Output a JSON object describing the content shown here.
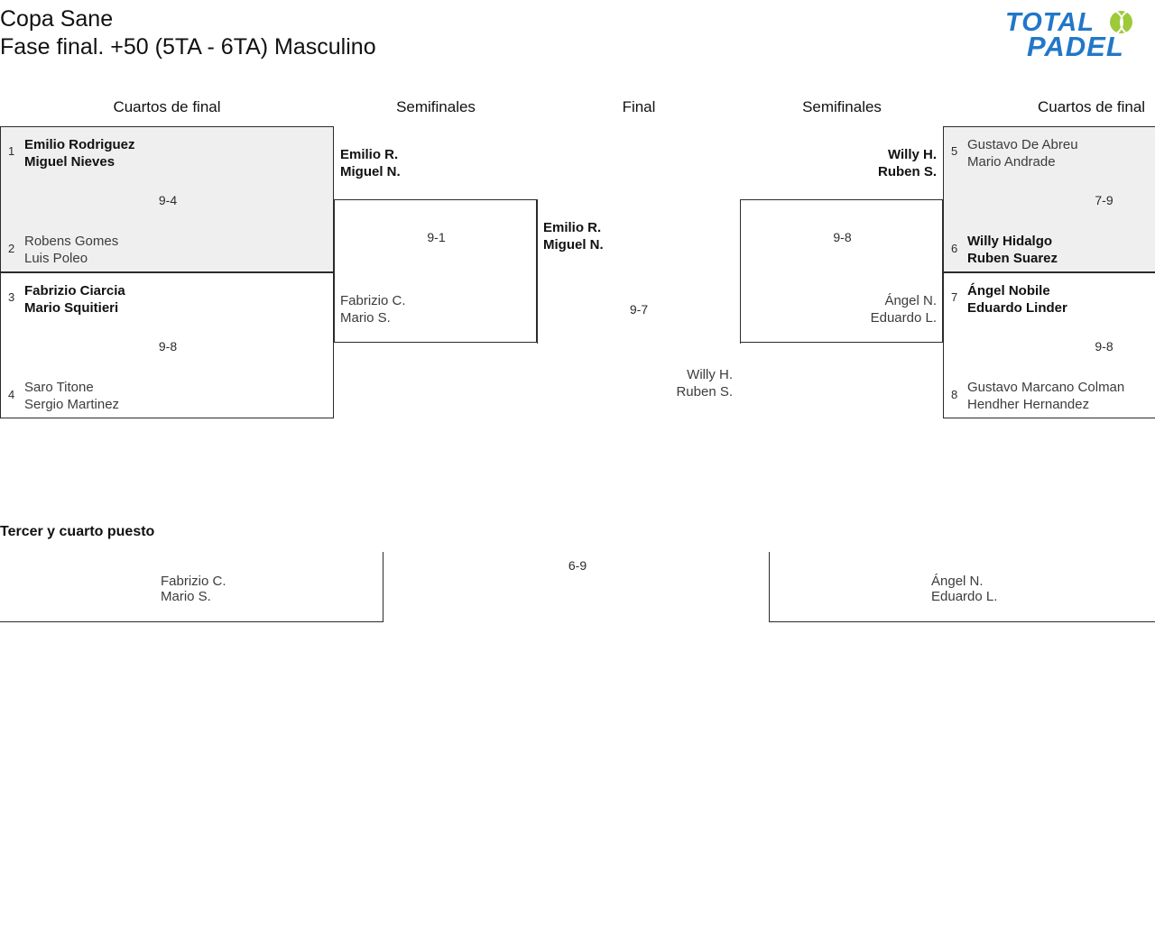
{
  "header": {
    "tournament": "Copa Sane",
    "phase": "Fase final. +50 (5TA - 6TA) Masculino",
    "logo": {
      "word1": "TOTAL",
      "word2": "PADEL",
      "ball_icon": "padel-ball-icon",
      "brand_color": "#2277c8",
      "ball_color": "#9dc93b"
    }
  },
  "rounds": {
    "qf_left": "Cuartos de final",
    "sf_left": "Semifinales",
    "final": "Final",
    "sf_right": "Semifinales",
    "qf_right": "Cuartos de final"
  },
  "colors": {
    "shaded_match": "#efefef",
    "border": "#2b2b2b",
    "winner_text": "#111111",
    "loser_text": "#3c3c3c"
  },
  "bracket": {
    "quarterfinals_left": [
      {
        "score": "9-4",
        "shaded": true,
        "top": {
          "seed": "1",
          "player1": "Emilio Rodriguez",
          "player2": "Miguel Nieves",
          "winner": true
        },
        "bottom": {
          "seed": "2",
          "player1": "Robens Gomes",
          "player2": "Luis Poleo",
          "winner": false
        }
      },
      {
        "score": "9-8",
        "shaded": false,
        "top": {
          "seed": "3",
          "player1": "Fabrizio Ciarcia",
          "player2": "Mario Squitieri",
          "winner": true
        },
        "bottom": {
          "seed": "4",
          "player1": "Saro Titone",
          "player2": "Sergio Martinez",
          "winner": false
        }
      }
    ],
    "quarterfinals_right": [
      {
        "score": "7-9",
        "shaded": true,
        "top": {
          "seed": "5",
          "player1": "Gustavo De Abreu",
          "player2": "Mario Andrade",
          "winner": false
        },
        "bottom": {
          "seed": "6",
          "player1": "Willy Hidalgo",
          "player2": "Ruben Suarez",
          "winner": true
        }
      },
      {
        "score": "9-8",
        "shaded": false,
        "top": {
          "seed": "7",
          "player1": "Ángel Nobile",
          "player2": "Eduardo Linder",
          "winner": true
        },
        "bottom": {
          "seed": "8",
          "player1": "Gustavo Marcano Colman",
          "player2": "Hendher Hernandez",
          "winner": false
        }
      }
    ],
    "semifinal_left": {
      "score": "9-1",
      "top": {
        "player1": "Emilio R.",
        "player2": "Miguel N.",
        "winner": true
      },
      "bottom": {
        "player1": "Fabrizio C.",
        "player2": "Mario S.",
        "winner": false
      }
    },
    "semifinal_right": {
      "score": "9-8",
      "top": {
        "player1": "Willy H.",
        "player2": "Ruben S.",
        "winner": true
      },
      "bottom": {
        "player1": "Ángel N.",
        "player2": "Eduardo L.",
        "winner": false
      }
    },
    "final": {
      "score": "9-7",
      "left": {
        "player1": "Emilio R.",
        "player2": "Miguel N.",
        "winner": true
      },
      "right": {
        "player1": "Willy H.",
        "player2": "Ruben S.",
        "winner": false
      }
    },
    "third_place": {
      "title": "Tercer y cuarto puesto",
      "score": "6-9",
      "left": {
        "player1": "Fabrizio C.",
        "player2": "Mario S.",
        "winner": false
      },
      "right": {
        "player1": "Ángel N.",
        "player2": "Eduardo L.",
        "winner": true
      }
    }
  }
}
